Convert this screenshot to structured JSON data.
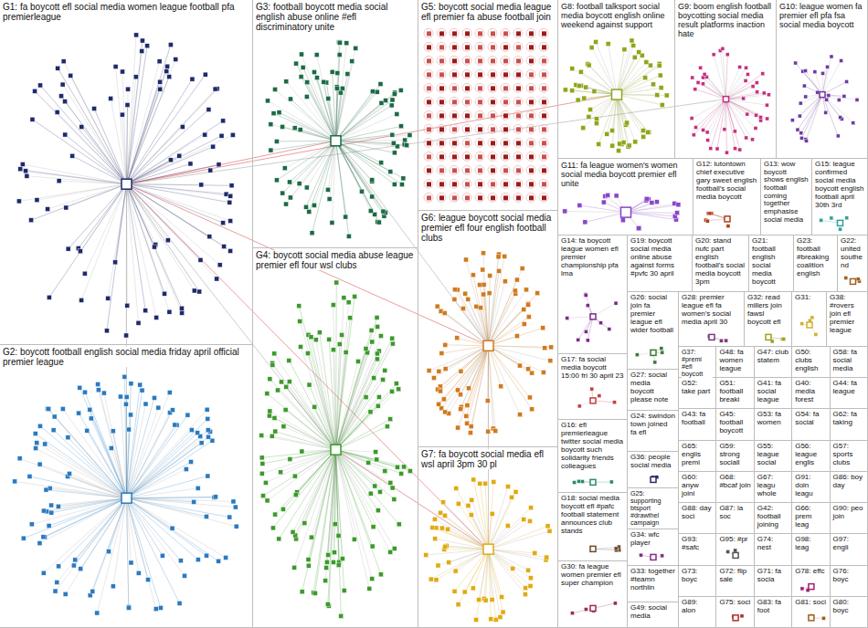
{
  "diagram": {
    "nodes": [
      {
        "text": [
          "G1: fa boycott efl social media women league football pfa premierleague"
        ]
      },
      {
        "text": [
          "G2: boycott football english social media friday april official premier league"
        ]
      },
      {
        "text": [
          "G3: football boycott media social english abuse online #efl discriminatory unite"
        ]
      },
      {
        "text": [
          "G4: boycott social media abuse league premier efl four wsl clubs"
        ]
      },
      {
        "text": [
          "G5: boycott social media league efl premier fa abuse football join"
        ]
      },
      {
        "text": [
          "G6: league boycott social media premier efl four english football clubs"
        ]
      },
      {
        "text": [
          "G7: fa boycott social media efl wsl april 3pm 30 pl"
        ]
      },
      {
        "text": [
          "G8: football talksport social media boycott english online weekend against support"
        ]
      },
      {
        "text": [
          "G9: boom english football boycotting social media result platforms inaction hate"
        ]
      },
      {
        "text": [
          "G10: league women fa premier efl pfa fsa social media boycott"
        ]
      },
      {
        "text": [
          "G11: fa league women's women social media boycott premier efl unite"
        ]
      },
      {
        "text": [
          "G12: lutontown chief executive gary sweet english football's social media boycott"
        ]
      },
      {
        "text": [
          "G13: wow boycott shows english football coming together emphasise social media"
        ]
      },
      {
        "text": [
          "G15: league confirmed social media boycott english football april 30th 3rd"
        ]
      },
      {
        "text": [
          "G14: fa boycott league women efl premier championship pfa lma"
        ]
      },
      {
        "text": [
          "G19: boycott social media online abuse against forms #pvfc 30 april"
        ]
      },
      {
        "text": [
          "G20: stand nufc part english football's social media boycott 3pm"
        ]
      },
      {
        "text": [
          "G21: football english social media boycott"
        ]
      },
      {
        "text": [
          "G23: football #breaking coalition english"
        ]
      },
      {
        "text": [
          "G22: united southend"
        ]
      },
      {
        "text": [
          "G26: social join fa premier league efl wider football"
        ]
      },
      {
        "text": [
          "G28: premier league efl fa women's social media april 30"
        ]
      },
      {
        "text": [
          "G32: read millers join fawsl boycott efl"
        ]
      },
      {
        "text": [
          "G31:"
        ]
      },
      {
        "text": [
          "G38: #rovers join efl premier league"
        ]
      },
      {
        "text": [
          "G17: fa social media boycott 15:00 fri 30 april 23"
        ]
      },
      {
        "text": [
          "G16: efl premierleague twitter social media boycott such solidarity friends colleagues"
        ]
      },
      {
        "text": [
          "G18: social media boycott efl #pafc football statement announces club stands"
        ]
      },
      {
        "text": [
          "G30: fa league women premier efl super champion"
        ]
      },
      {
        "text": [
          "G27: social media boycott please note"
        ]
      },
      {
        "text": [
          "G24: swindon town joined fa efl"
        ]
      },
      {
        "text": [
          "G36: people social media"
        ]
      },
      {
        "text": [
          "G25: supporting btsport #drawthel campaign"
        ]
      },
      {
        "text": [
          "G34: wfc player"
        ]
      },
      {
        "text": [
          "G33: together #teamn northlin"
        ]
      },
      {
        "text": [
          "G49: social media"
        ]
      },
      {
        "text": [
          "G37: #premi #efl boycott"
        ]
      },
      {
        "text": [
          "G48: fa women league"
        ]
      },
      {
        "text": [
          "G47: club statem"
        ]
      },
      {
        "text": [
          "G50: clubs english"
        ]
      },
      {
        "text": [
          "G58: fa social media"
        ]
      },
      {
        "text": [
          "G52: take part"
        ]
      },
      {
        "text": [
          "G51: football breaki"
        ]
      },
      {
        "text": [
          "G41: fa social league"
        ]
      },
      {
        "text": [
          "G40: media forest"
        ]
      },
      {
        "text": [
          "G44: fa league"
        ]
      },
      {
        "text": [
          "G43: fa football"
        ]
      },
      {
        "text": [
          "G45: football boycott"
        ]
      },
      {
        "text": [
          "G53: fa women"
        ]
      },
      {
        "text": [
          "G54: fa social"
        ]
      },
      {
        "text": [
          "G62: fa taking"
        ]
      },
      {
        "text": [
          "G65: englis premi"
        ]
      },
      {
        "text": [
          "G59: strong sociall"
        ]
      },
      {
        "text": [
          "G55: league social"
        ]
      },
      {
        "text": [
          "G56: league englis"
        ]
      },
      {
        "text": [
          "G57: sports clubs"
        ]
      },
      {
        "text": [
          "G60: anyw joini"
        ]
      },
      {
        "text": [
          "G68: #bcaf join"
        ]
      },
      {
        "text": [
          "G67: leagu whole"
        ]
      },
      {
        "text": [
          "G91: doin leagu"
        ]
      },
      {
        "text": [
          "G86: boy day"
        ]
      },
      {
        "text": [
          "G88: day soci"
        ]
      },
      {
        "text": [
          "G87: la soc"
        ]
      },
      {
        "text": [
          "G42: football joining"
        ]
      },
      {
        "text": [
          "G66: prem leag"
        ]
      },
      {
        "text": [
          "G90: peo join"
        ]
      },
      {
        "text": [
          "G93: #safc"
        ]
      },
      {
        "text": [
          "G95: #pr"
        ]
      },
      {
        "text": [
          "G74: nest"
        ]
      },
      {
        "text": [
          "G98: leag"
        ]
      },
      {
        "text": [
          "G97: engli"
        ]
      },
      {
        "text": [
          "G73: boyc"
        ]
      },
      {
        "text": [
          "G72: flip sale"
        ]
      },
      {
        "text": [
          "G71: fa socia"
        ]
      },
      {
        "text": [
          "G78: effc"
        ]
      },
      {
        "text": [
          "G76: boyc"
        ]
      },
      {
        "text": [
          "G89: alon"
        ]
      },
      {
        "text": [
          "G75: soci"
        ]
      },
      {
        "text": [
          "G83: fa foot"
        ]
      },
      {
        "text": [
          "G81: soci"
        ]
      },
      {
        "text": [
          "G80: boyc"
        ]
      }
    ]
  }
}
